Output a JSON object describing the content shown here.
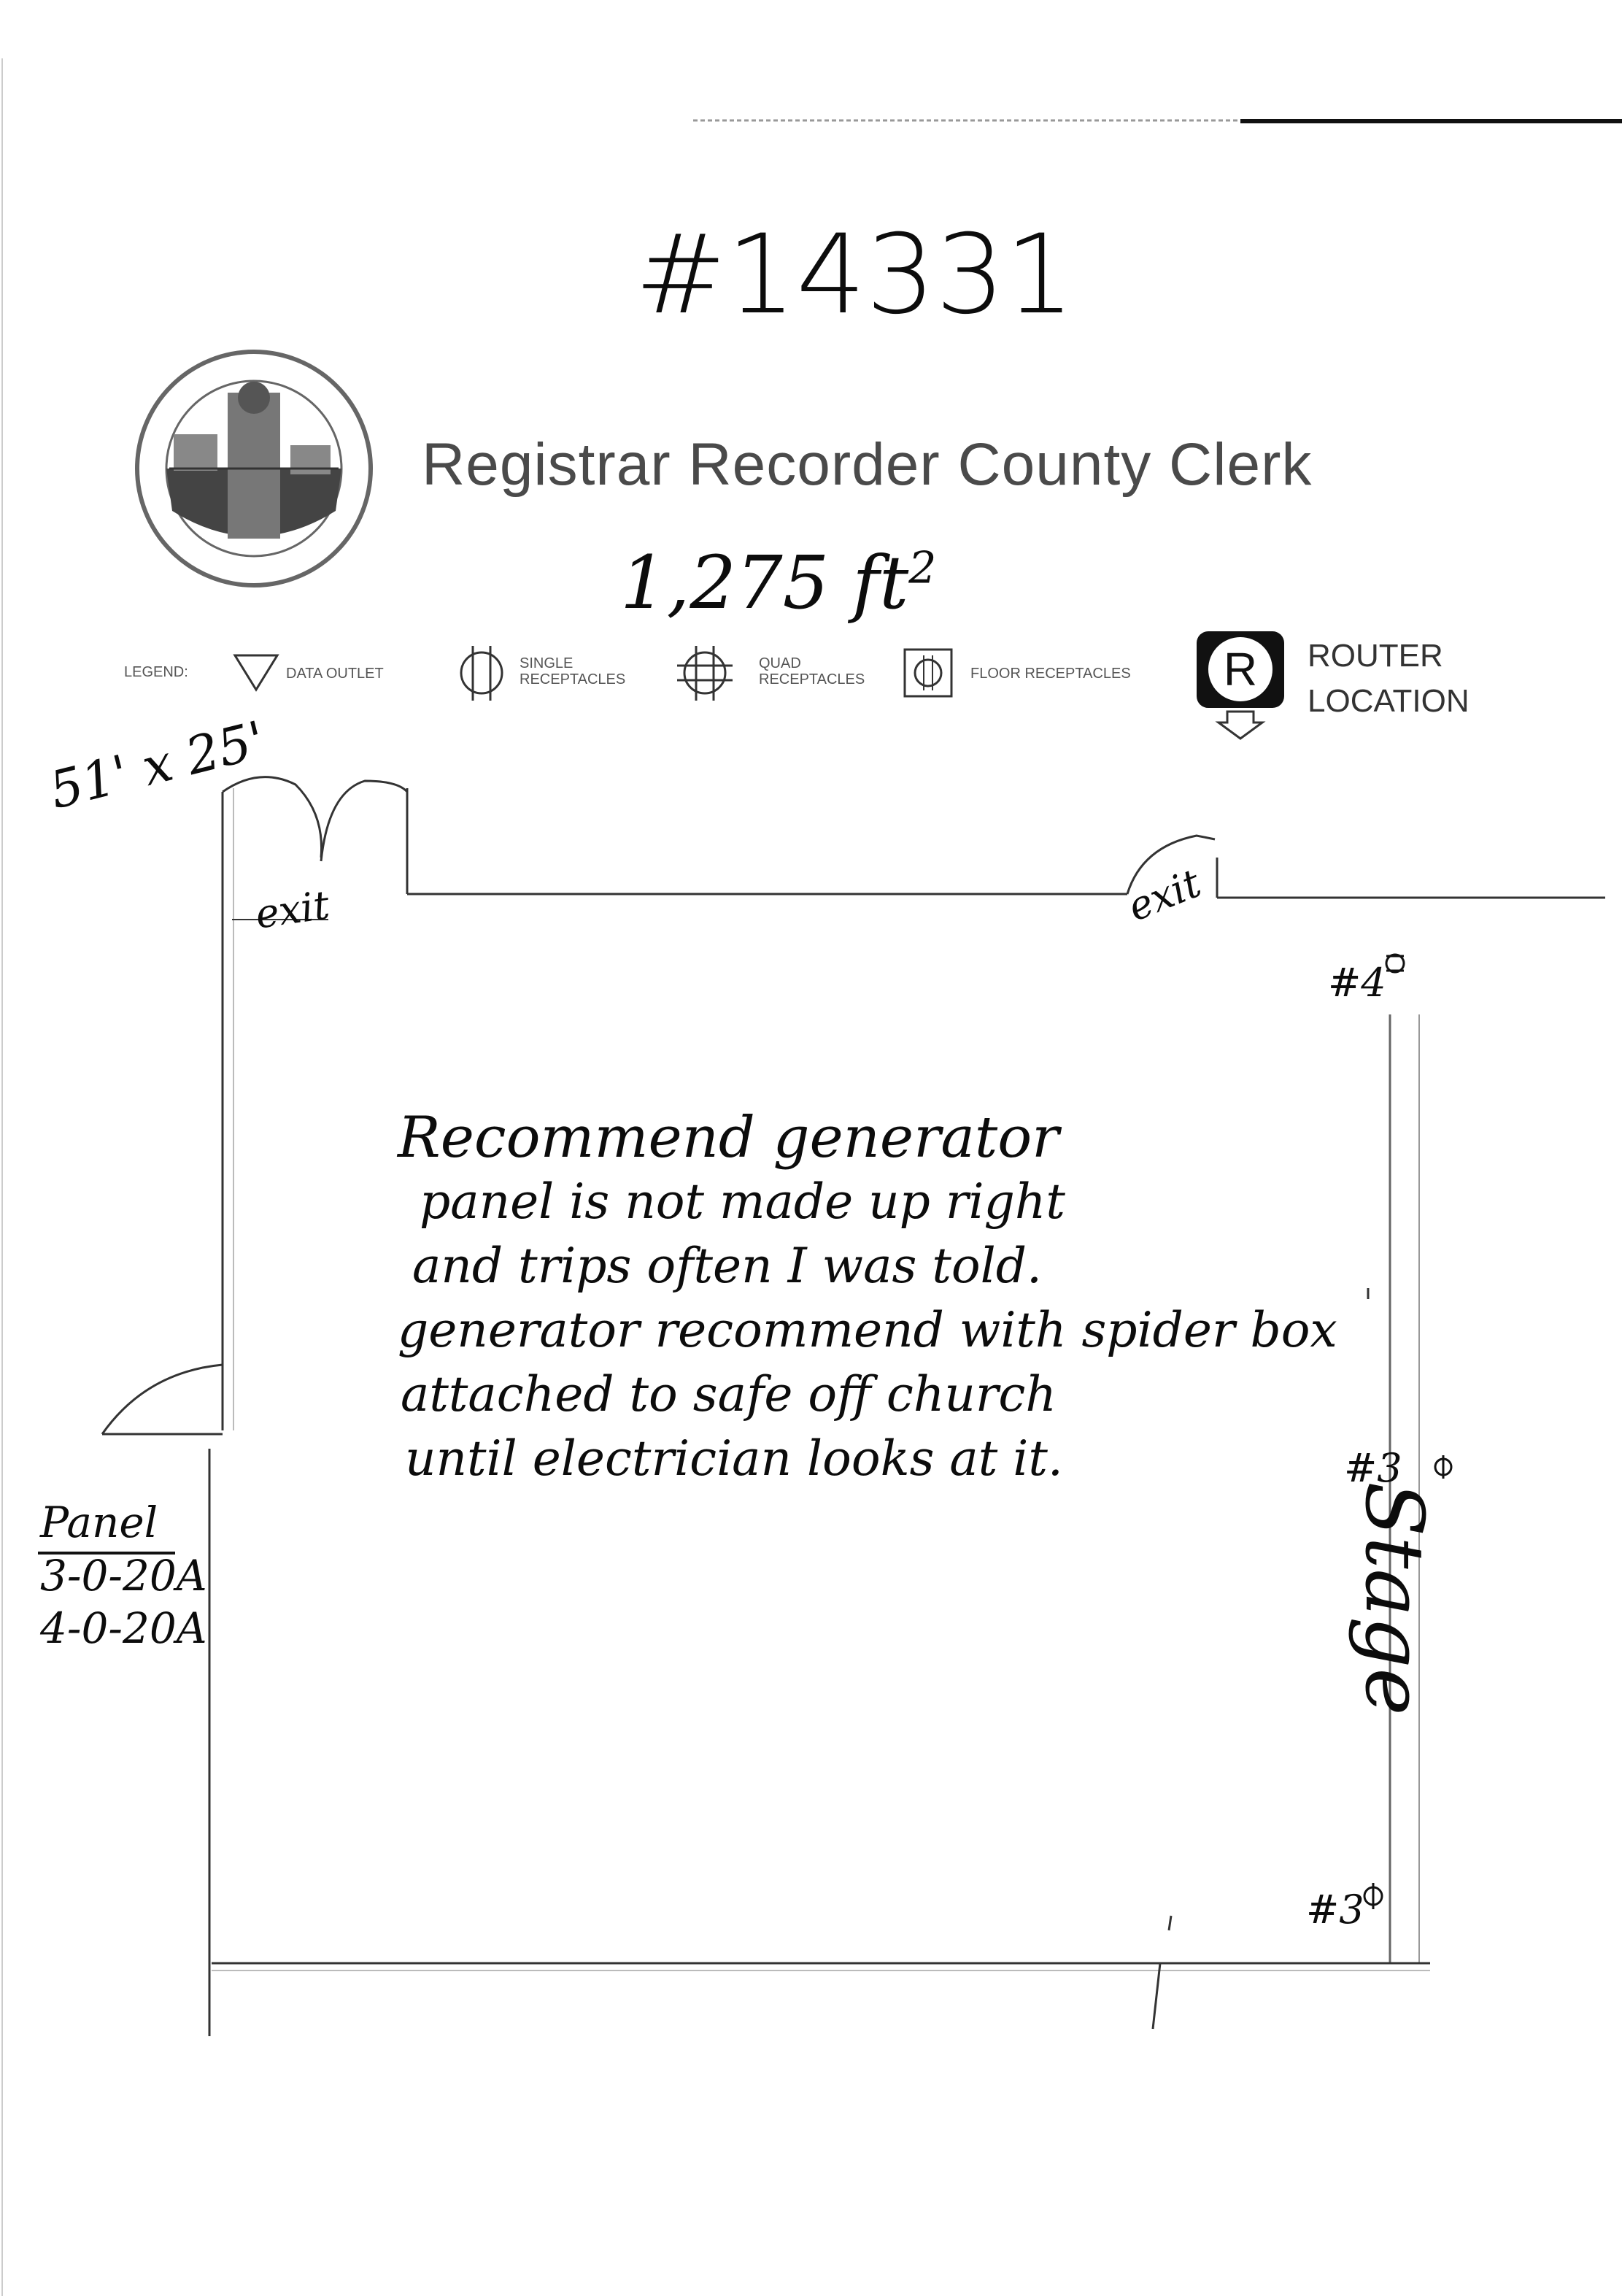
{
  "doc": {
    "form_number": "#14331",
    "agency_title": "Registrar Recorder County Clerk",
    "area": "1,275 ft",
    "area_exponent": "2",
    "dimensions": "51' x 25'"
  },
  "legend": {
    "label": "LEGEND:",
    "data_outlet": "DATA OUTLET",
    "single_receptacles_line1": "SINGLE",
    "single_receptacles_line2": "RECEPTACLES",
    "quad_receptacles_line1": "QUAD",
    "quad_receptacles_line2": "RECEPTACLES",
    "floor_receptacles": "FLOOR RECEPTACLES",
    "router_letter": "R",
    "router_line1": "ROUTER",
    "router_line2": "LOCATION"
  },
  "floorplan": {
    "exit_left": "exit",
    "exit_right": "exit",
    "outlet_4": "#4",
    "outlet_3_upper": "#3",
    "outlet_3_lower": "#3",
    "stage": "Stage",
    "panel_label": "Panel",
    "panel_line1": "3-0-20A",
    "panel_line2": "4-0-20A"
  },
  "note": {
    "lines": [
      "Recommend generator",
      "panel is not made up right",
      "and trips often I was told.",
      "generator recommend with spider box",
      "attached to safe off church",
      "until electrician looks at it."
    ]
  }
}
